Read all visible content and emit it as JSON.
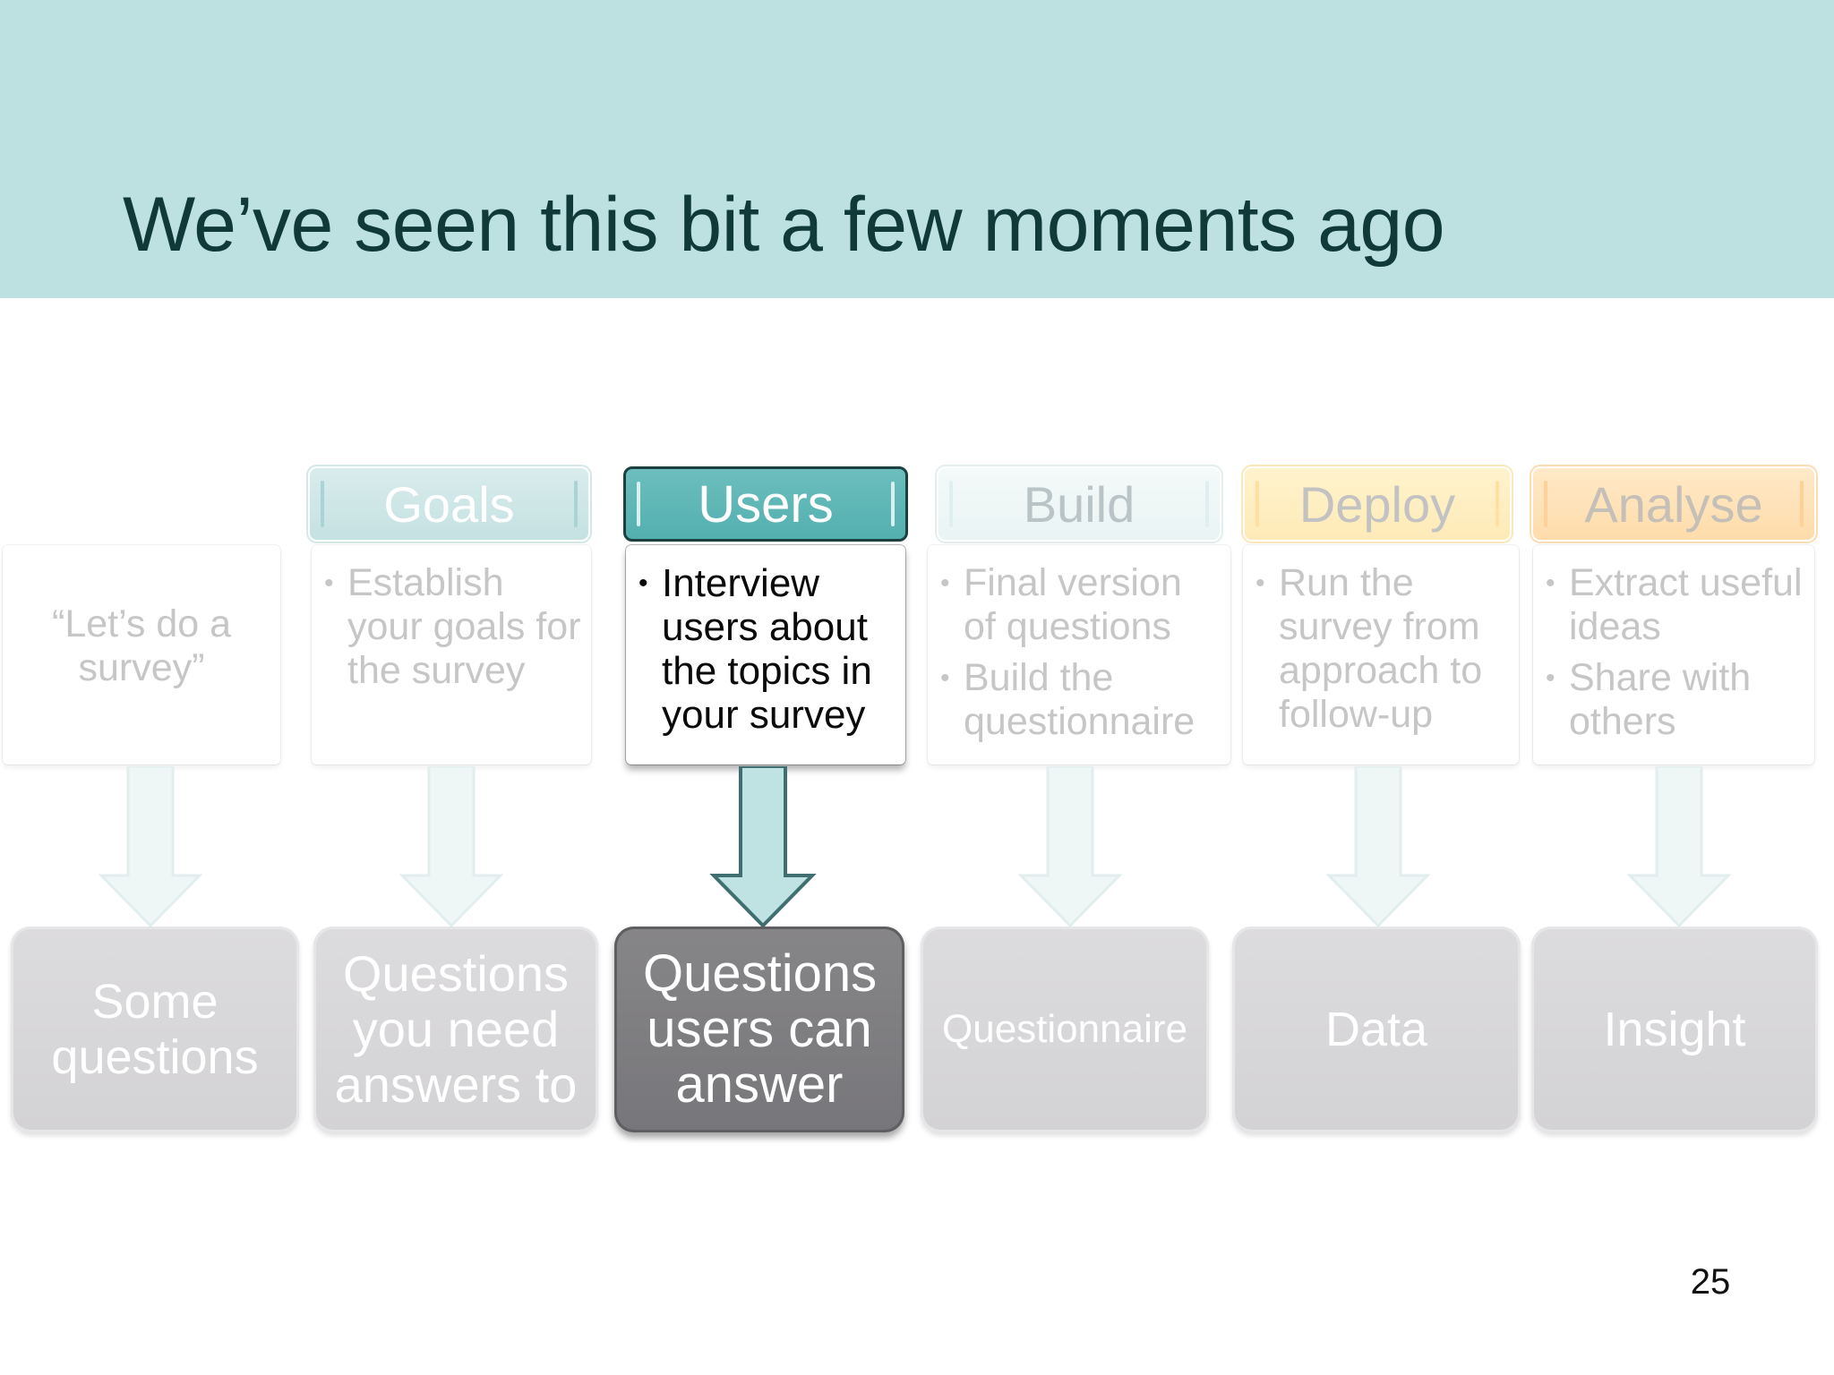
{
  "slide": {
    "title": "We’ve seen this bit a few moments ago",
    "page_number": "25"
  },
  "stages": [
    {
      "tab": "",
      "description_text": "“Let’s do a survey”",
      "bullets": [],
      "outcome": "Some questions",
      "highlighted": false
    },
    {
      "tab": "Goals",
      "bullets": [
        "Establish your goals for the survey"
      ],
      "outcome": "Questions you need answers to",
      "highlighted": false
    },
    {
      "tab": "Users",
      "bullets": [
        "Interview users about the topics in your survey"
      ],
      "outcome": "Questions users can answer",
      "highlighted": true
    },
    {
      "tab": "Build",
      "bullets": [
        "Final version of questions",
        "Build the questionnaire"
      ],
      "outcome": "Questionnaire",
      "highlighted": false
    },
    {
      "tab": "Deploy",
      "bullets": [
        "Run the survey from approach to follow-up"
      ],
      "outcome": "Data",
      "highlighted": false
    },
    {
      "tab": "Analyse",
      "bullets": [
        "Extract useful ideas",
        "Share with others"
      ],
      "outcome": "Insight",
      "highlighted": false
    }
  ],
  "colors": {
    "header_band": "#bde0e1",
    "title_text": "#0f3a39",
    "highlight_tab": "#53b0af",
    "highlight_outcome": "#77767a",
    "faded_text": "#c6c6c6",
    "deploy_tab": "#feeab7",
    "analyse_tab": "#fedcaa"
  }
}
